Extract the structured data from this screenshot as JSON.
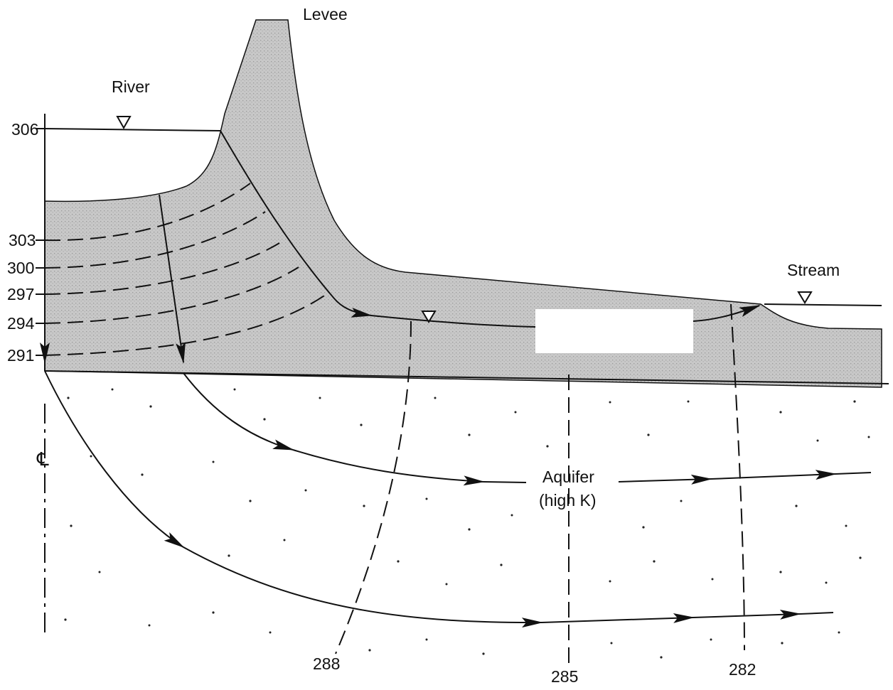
{
  "labels": {
    "levee": "Levee",
    "river": "River",
    "stream": "Stream",
    "aquifer": "Aquifer",
    "aquifer_k": "(high K)",
    "centerline": "℄"
  },
  "head_labels_left": [
    "306",
    "303",
    "300",
    "297",
    "294",
    "291"
  ],
  "head_labels_bottom": [
    "288",
    "285",
    "282"
  ],
  "icons": [
    "water-table-triangle-icon",
    "flow-arrow-icon",
    "centerline-symbol-icon"
  ],
  "colors": {
    "clay_fill": "#cfcfcf",
    "line": "#111111",
    "background": "#ffffff"
  }
}
